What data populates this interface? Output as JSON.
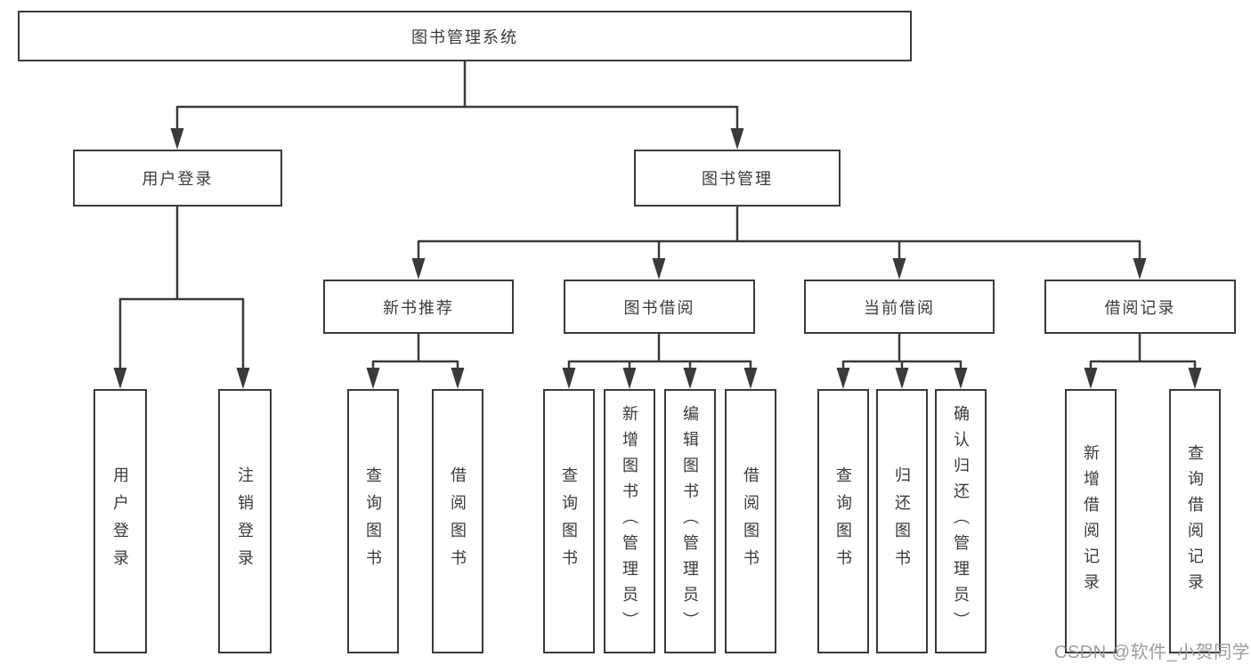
{
  "tree": {
    "root": "图书管理系统",
    "children": [
      {
        "label": "用户登录",
        "children": [
          {
            "label": "用户登录"
          },
          {
            "label": "注销登录"
          }
        ]
      },
      {
        "label": "图书管理",
        "children": [
          {
            "label": "新书推荐",
            "children": [
              {
                "label": "查询图书"
              },
              {
                "label": "借阅图书"
              }
            ]
          },
          {
            "label": "图书借阅",
            "children": [
              {
                "label": "查询图书"
              },
              {
                "label": "新增图书（管理员）"
              },
              {
                "label": "编辑图书（管理员）"
              },
              {
                "label": "借阅图书"
              }
            ]
          },
          {
            "label": "当前借阅",
            "children": [
              {
                "label": "查询图书"
              },
              {
                "label": "归还图书"
              },
              {
                "label": "确认归还（管理员）"
              }
            ]
          },
          {
            "label": "借阅记录",
            "children": [
              {
                "label": "新增借阅记录"
              },
              {
                "label": "查询借阅记录"
              }
            ]
          }
        ]
      }
    ]
  },
  "watermark": "CSDN @软件_小贺同学",
  "colors": {
    "line": "#3a3a3a",
    "text": "#3a3a3a",
    "box_background": "#ffffff",
    "watermark": "#949494"
  }
}
